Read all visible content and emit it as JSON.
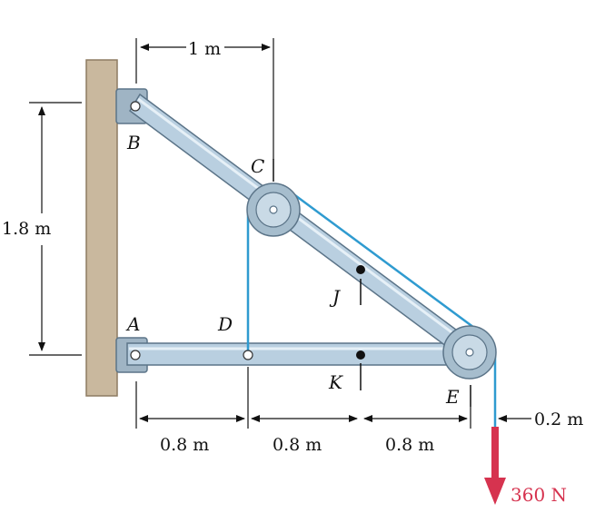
{
  "points": {
    "A": "A",
    "B": "B",
    "C": "C",
    "D": "D",
    "E": "E",
    "J": "J",
    "K": "K"
  },
  "dimensions": {
    "top": "1 m",
    "height": "1.8 m",
    "seg1": "0.8 m",
    "seg2": "0.8 m",
    "seg3": "0.8 m",
    "radius": "0.2 m"
  },
  "load": {
    "label": "360 N",
    "color": "#d6334f"
  },
  "colors": {
    "member": "#b9cfe0",
    "member_edge": "#5b7488",
    "cable": "#2f9bd0",
    "wall": "#c9b89e"
  }
}
